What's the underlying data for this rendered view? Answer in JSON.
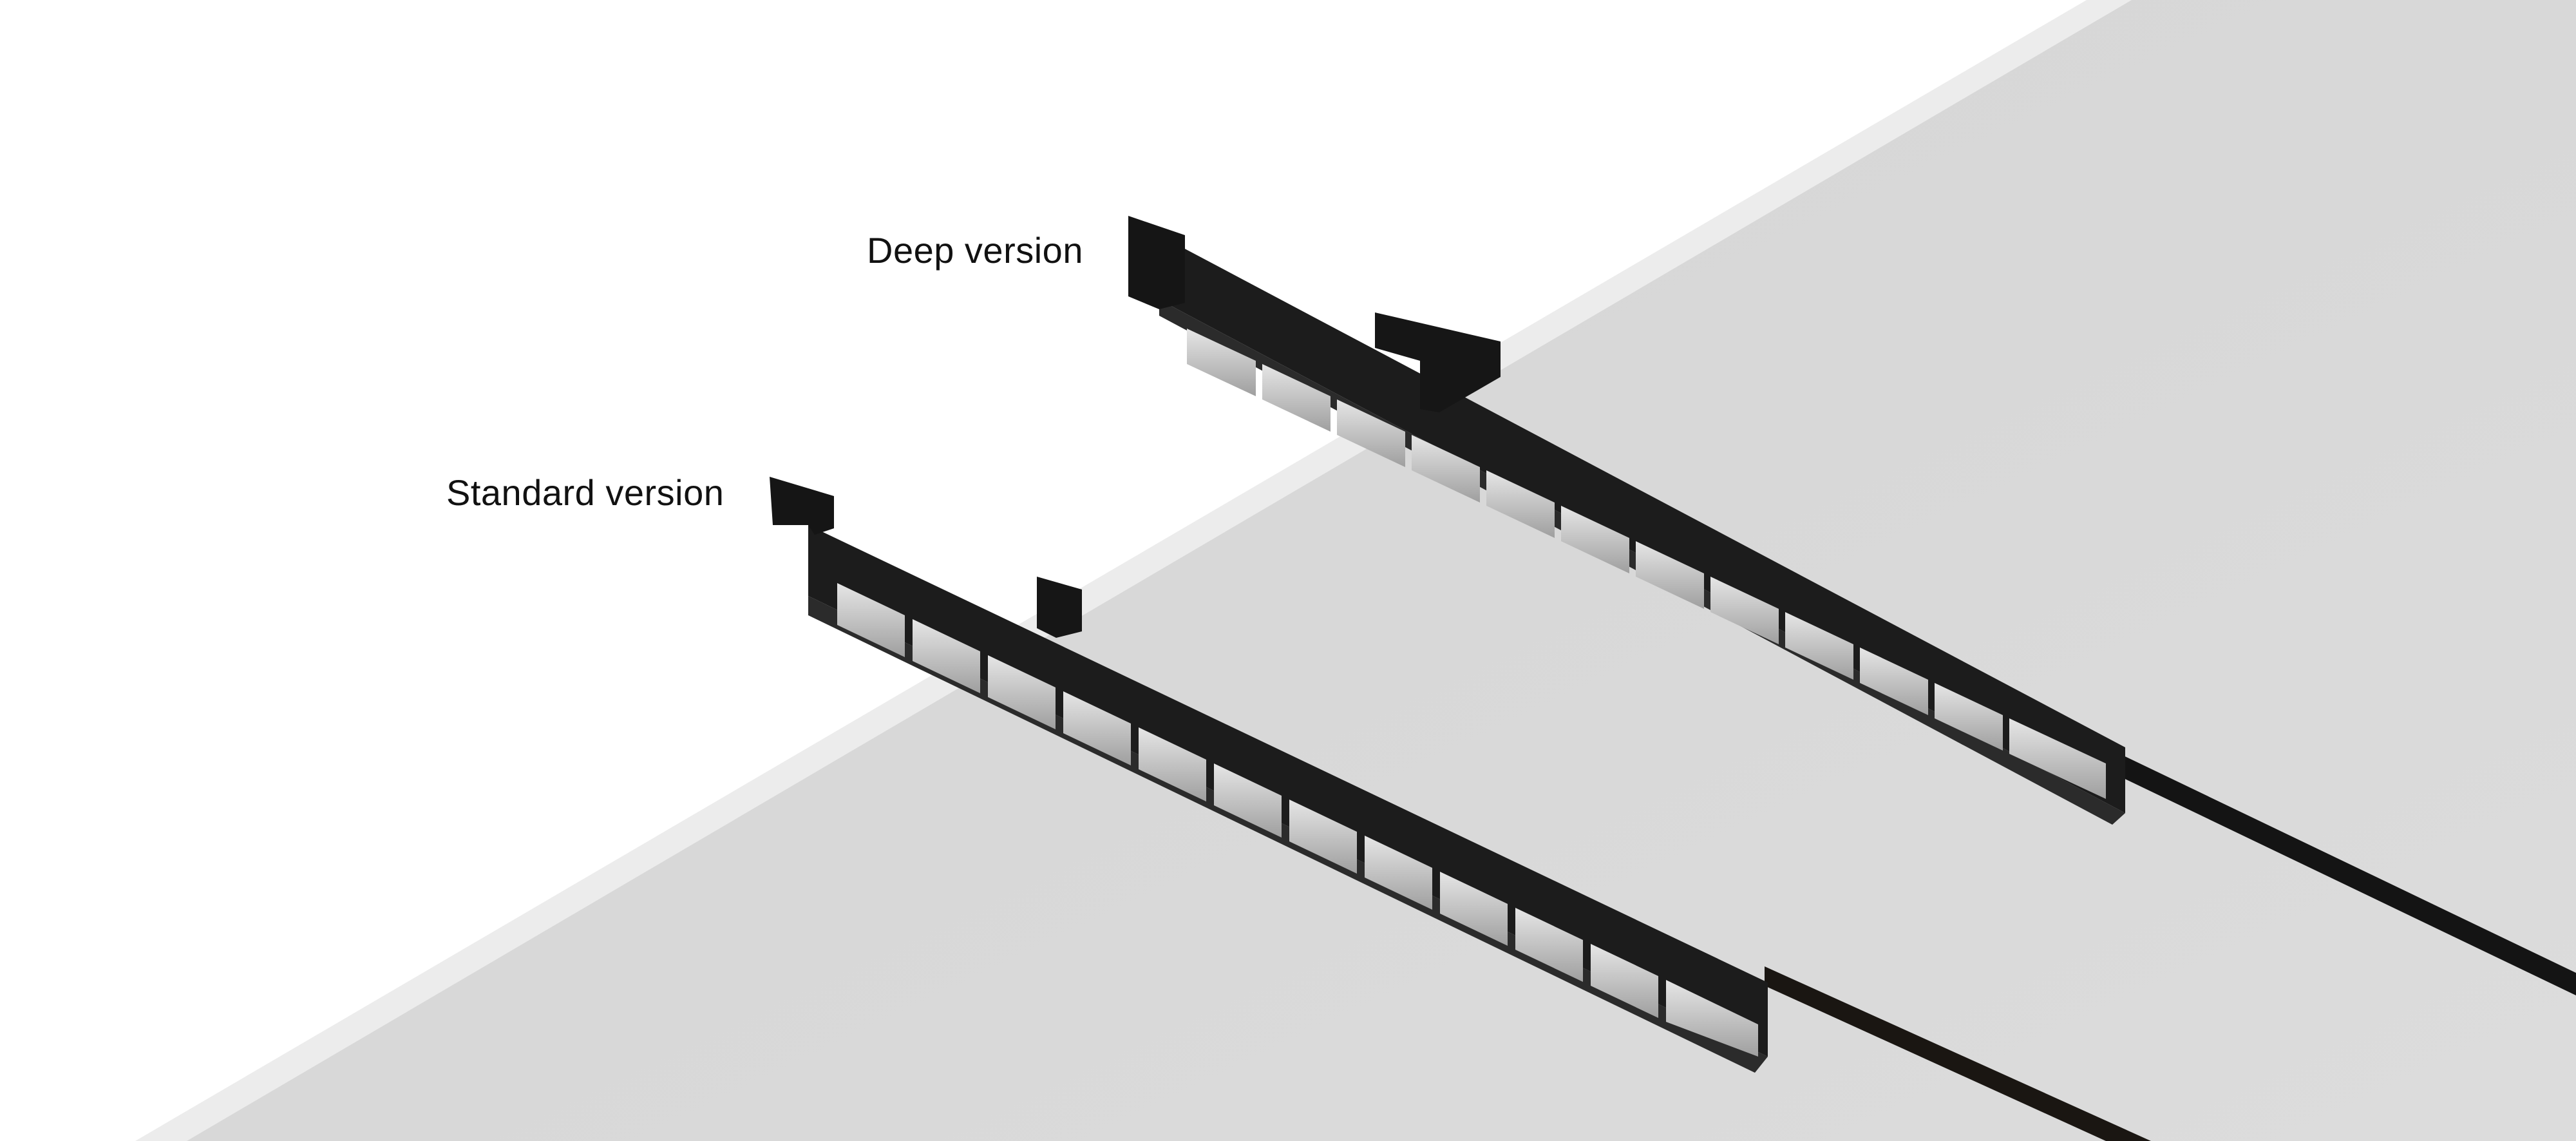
{
  "labels": {
    "deep": "Deep version",
    "standard": "Standard version"
  },
  "colors": {
    "background": "#ffffff",
    "ceiling": "#d8d8d8",
    "ceiling_edge": "#ebebeb",
    "fixture_body": "#1c1c1c",
    "fixture_edge": "#2b2b2b",
    "lens": "#d2d2d2",
    "track": "#141414"
  },
  "scene": {
    "fixtures": [
      {
        "name": "deep",
        "lens_cells": 12
      },
      {
        "name": "standard",
        "lens_cells": 12
      }
    ]
  }
}
